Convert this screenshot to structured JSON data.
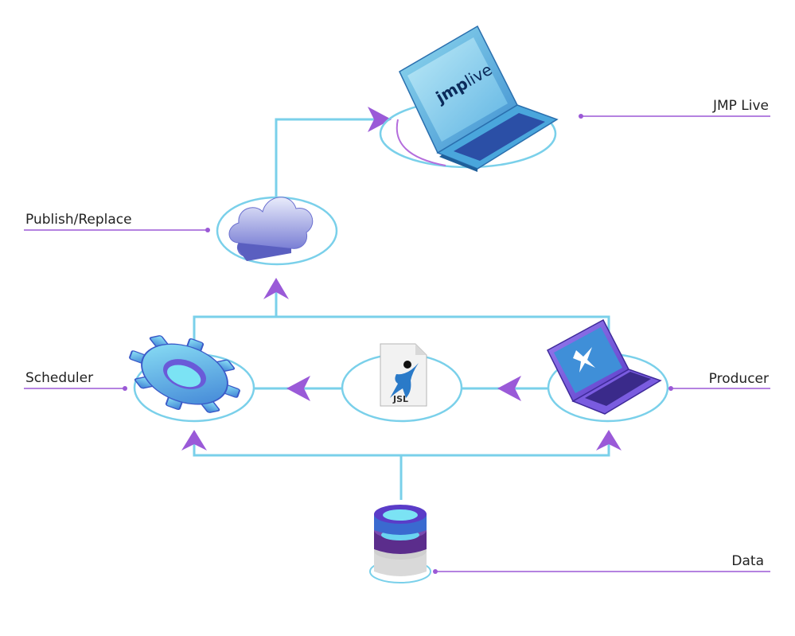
{
  "labels": {
    "jmp_live": "JMP Live",
    "publish": "Publish/Replace",
    "scheduler": "Scheduler",
    "producer": "Producer",
    "data": "Data"
  },
  "logo": {
    "jmp": "jmp",
    "live": "live",
    "jsl": "JSL"
  },
  "colors": {
    "line": "#7ad0ea",
    "arrow": "#9a5ad8",
    "leader": "#9b59d6",
    "text": "#222222"
  },
  "icons": [
    "laptop-icon",
    "cloud-icon",
    "gear-icon",
    "jsl-file-icon",
    "laptop-icon",
    "database-icon"
  ]
}
